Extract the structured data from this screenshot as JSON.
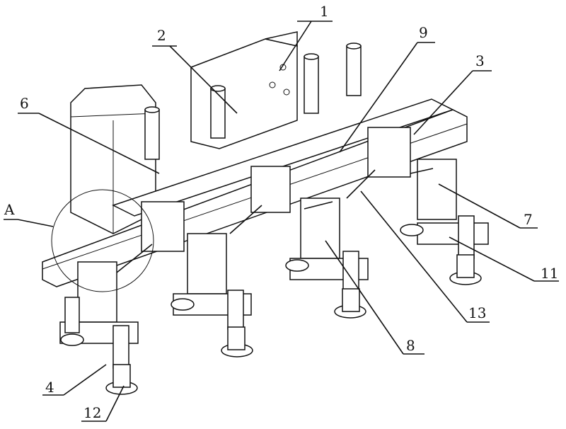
{
  "figure": {
    "labels": {
      "l1": "1",
      "l2": "2",
      "l9": "9",
      "l3": "3",
      "l6": "6",
      "lA": "A",
      "l7": "7",
      "l11": "11",
      "l13": "13",
      "l8": "8",
      "l4": "4",
      "l12": "12"
    }
  }
}
